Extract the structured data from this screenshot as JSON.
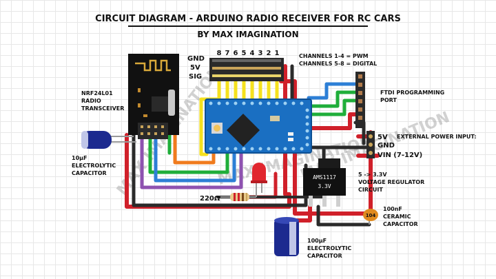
{
  "title_line1": "CIRCUIT DIAGRAM - ARDUINO RADIO RECEIVER FOR RC CARS",
  "title_line2": "BY MAX IMAGINATION",
  "servo_header": {
    "labels": [
      "GND",
      "5V",
      "SIG"
    ],
    "channel_numbers": [
      "8",
      "7",
      "6",
      "5",
      "4",
      "3",
      "2",
      "1"
    ],
    "notes": [
      "CHANNELS 1-4 = PWM",
      "CHANNELS 5-8 = DIGITAL"
    ]
  },
  "radio_module": {
    "label_lines": [
      "NRF24L01",
      "RADIO",
      "TRANSCEIVER"
    ]
  },
  "capacitor_10uf": {
    "label_lines": [
      "10µF",
      "ELECTROLYTIC",
      "CAPACITOR"
    ]
  },
  "ftdi": {
    "label_lines": [
      "FTDI PROGRAMMING",
      "PORT"
    ]
  },
  "power_input": {
    "title": "EXTERNAL POWER INPUT:",
    "pins": [
      "5V",
      "GND",
      "VIN (7-12V)"
    ]
  },
  "regulator": {
    "label_lines": [
      "5 -> 3.3V",
      "VOLTAGE REGULATOR",
      "CIRCUIT"
    ],
    "chip_lines": [
      "AMS1117",
      "3.3V"
    ]
  },
  "resistor": {
    "label": "220Ω"
  },
  "capacitor_100nf": {
    "label_lines": [
      "100nF",
      "CERAMIC",
      "CAPACITOR"
    ],
    "marking": "104"
  },
  "capacitor_100uf": {
    "label_lines": [
      "100µF",
      "ELECTROLYTIC",
      "CAPACITOR"
    ]
  },
  "watermark": [
    "MAX IMAGINATION",
    "MAX IMAGINATION",
    "MAX IMAGINATION"
  ],
  "wire_colors": {
    "power": "#d0202a",
    "ground": "#2a2a2a",
    "signal": "#f5e11e",
    "green": "#1fae3a",
    "blue": "#2d7fd6",
    "purple": "#8e52b0",
    "orange": "#f07b1d",
    "board": "#1a6fc2",
    "radio_board": "#111111"
  }
}
